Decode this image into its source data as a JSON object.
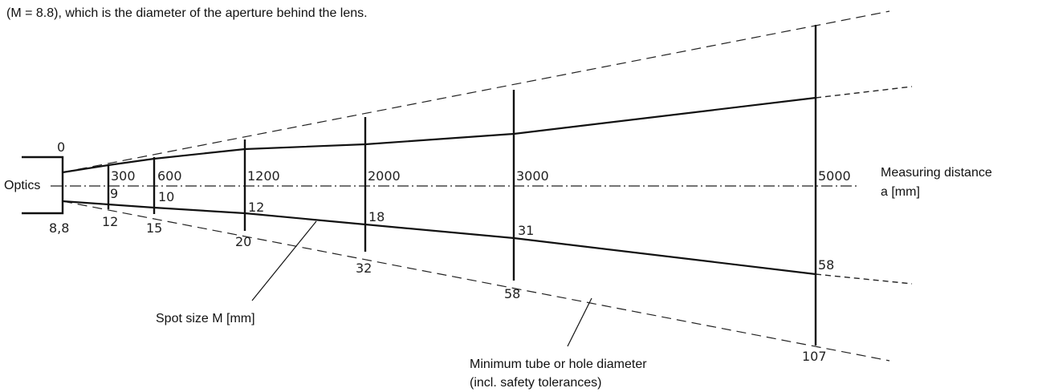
{
  "caption_line": "(M = 8.8), which is the diameter of the aperture behind the lens.",
  "optics": {
    "label": "Optics",
    "top_value": "0",
    "bottom_value": "8,8"
  },
  "axis": {
    "label_line1": "Measuring distance",
    "label_line2": "a [mm]"
  },
  "stations": [
    {
      "distance": "300",
      "spot": "9",
      "hole": "12"
    },
    {
      "distance": "600",
      "spot": "10",
      "hole": "15"
    },
    {
      "distance": "1200",
      "spot": "12",
      "hole": "20"
    },
    {
      "distance": "2000",
      "spot": "18",
      "hole": "32"
    },
    {
      "distance": "3000",
      "spot": "31",
      "hole": "58"
    },
    {
      "distance": "5000",
      "spot": "58",
      "hole": "107"
    }
  ],
  "annotations": {
    "spot_size": "Spot size M [mm]",
    "min_tube_line1": "Minimum tube or hole diameter",
    "min_tube_line2": "(incl. safety tolerances)"
  }
}
